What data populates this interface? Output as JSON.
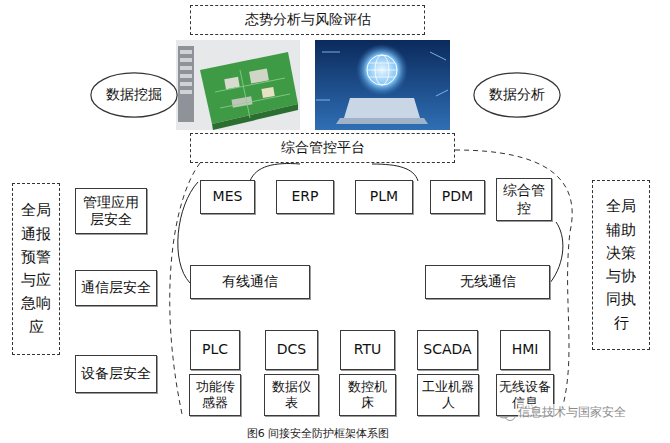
{
  "diagram": {
    "caption": "图6 间接安全防护框架体系图",
    "nodes": [
      {
        "text": [
          "态势分析与风险评估"
        ]
      },
      {
        "text": [
          "数据挖掘"
        ]
      },
      {
        "text": [
          "数据分析"
        ]
      },
      {
        "text": [
          "综合管控平台"
        ]
      },
      {
        "text": [
          "全局通报预警与应急响应"
        ]
      },
      {
        "text": [
          "管理应用层安全"
        ]
      },
      {
        "text": [
          "MES"
        ]
      },
      {
        "text": [
          "ERP"
        ]
      },
      {
        "text": [
          "PLM"
        ]
      },
      {
        "text": [
          "PDM"
        ]
      },
      {
        "text": [
          "综合管控"
        ]
      },
      {
        "text": [
          "全局辅助决策与协同执行"
        ]
      },
      {
        "text": [
          "通信层安全"
        ]
      },
      {
        "text": [
          "有线通信"
        ]
      },
      {
        "text": [
          "无线通信"
        ]
      },
      {
        "text": [
          "设备层安全"
        ]
      },
      {
        "text": [
          "PLC"
        ]
      },
      {
        "text": [
          "DCS"
        ]
      },
      {
        "text": [
          "RTU"
        ]
      },
      {
        "text": [
          "SCADA"
        ]
      },
      {
        "text": [
          "HMI"
        ]
      },
      {
        "text": [
          "功能传感器"
        ]
      },
      {
        "text": [
          "数据仪表"
        ]
      },
      {
        "text": [
          "数控机床"
        ]
      },
      {
        "text": [
          "工业机器人"
        ]
      },
      {
        "text": [
          "无线设备信息"
        ]
      }
    ],
    "labels": [
      "信息技术与国家安全"
    ]
  }
}
